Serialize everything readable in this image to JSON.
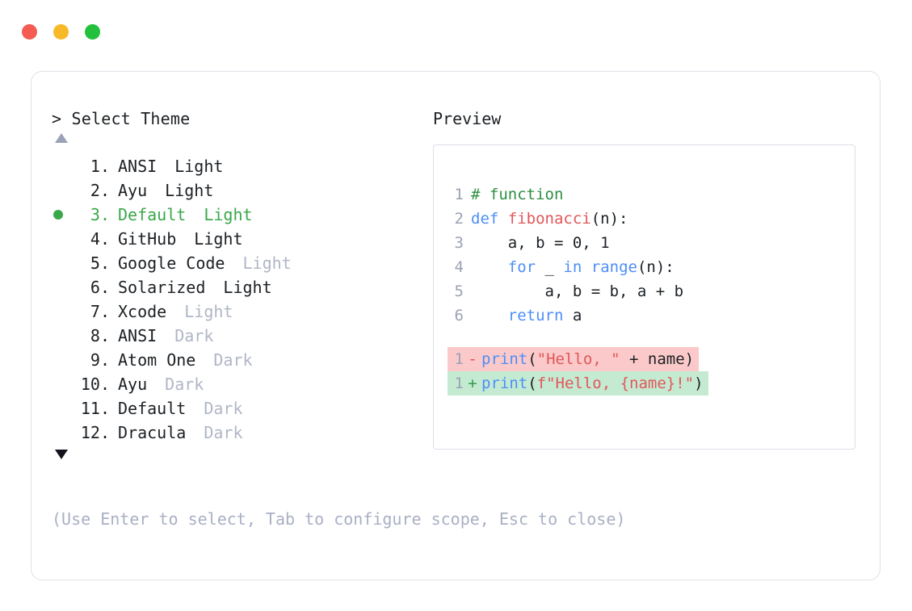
{
  "window": {
    "traffic_lights": [
      {
        "name": "close",
        "color": "#f45b52"
      },
      {
        "name": "minimize",
        "color": "#f7b928"
      },
      {
        "name": "maximize",
        "color": "#22c03c"
      }
    ]
  },
  "picker": {
    "prompt": "> Select Theme",
    "scroll_up_indicator": "▲",
    "scroll_down_indicator": "▼",
    "selected_index": 3,
    "items": [
      {
        "number": "1.",
        "name": "ANSI",
        "suffix": "Light",
        "suffix_muted": false,
        "selected": false
      },
      {
        "number": "2.",
        "name": "Ayu",
        "suffix": "Light",
        "suffix_muted": false,
        "selected": false
      },
      {
        "number": "3.",
        "name": "Default",
        "suffix": "Light",
        "suffix_muted": false,
        "selected": true
      },
      {
        "number": "4.",
        "name": "GitHub",
        "suffix": "Light",
        "suffix_muted": false,
        "selected": false
      },
      {
        "number": "5.",
        "name": "Google Code",
        "suffix": "Light",
        "suffix_muted": true,
        "selected": false
      },
      {
        "number": "6.",
        "name": "Solarized",
        "suffix": "Light",
        "suffix_muted": false,
        "selected": false
      },
      {
        "number": "7.",
        "name": "Xcode",
        "suffix": "Light",
        "suffix_muted": true,
        "selected": false
      },
      {
        "number": "8.",
        "name": "ANSI",
        "suffix": "Dark",
        "suffix_muted": true,
        "selected": false
      },
      {
        "number": "9.",
        "name": "Atom One",
        "suffix": "Dark",
        "suffix_muted": true,
        "selected": false
      },
      {
        "number": "10.",
        "name": "Ayu",
        "suffix": "Dark",
        "suffix_muted": true,
        "selected": false
      },
      {
        "number": "11.",
        "name": "Default",
        "suffix": "Dark",
        "suffix_muted": true,
        "selected": false
      },
      {
        "number": "12.",
        "name": "Dracula",
        "suffix": "Dark",
        "suffix_muted": true,
        "selected": false
      }
    ],
    "hint": "(Use Enter to select, Tab to configure scope, Esc to close)"
  },
  "preview": {
    "label": "Preview",
    "code_lines": [
      {
        "n": "1",
        "tokens": [
          {
            "t": "# function",
            "c": "cmt"
          }
        ]
      },
      {
        "n": "2",
        "tokens": [
          {
            "t": "def ",
            "c": "kw"
          },
          {
            "t": "fibonacci",
            "c": "fn"
          },
          {
            "t": "(n):",
            "c": "pl"
          }
        ]
      },
      {
        "n": "3",
        "tokens": [
          {
            "t": "    a, b = 0, 1",
            "c": "pl"
          }
        ]
      },
      {
        "n": "4",
        "tokens": [
          {
            "t": "    ",
            "c": "pl"
          },
          {
            "t": "for",
            "c": "kw"
          },
          {
            "t": " _ ",
            "c": "pl"
          },
          {
            "t": "in",
            "c": "kw"
          },
          {
            "t": " ",
            "c": "pl"
          },
          {
            "t": "range",
            "c": "kw"
          },
          {
            "t": "(n):",
            "c": "pl"
          }
        ]
      },
      {
        "n": "5",
        "tokens": [
          {
            "t": "        a, b = b, a + b",
            "c": "pl"
          }
        ]
      },
      {
        "n": "6",
        "tokens": [
          {
            "t": "    ",
            "c": "pl"
          },
          {
            "t": "return",
            "c": "kw"
          },
          {
            "t": " a",
            "c": "pl"
          }
        ]
      }
    ],
    "diff_lines": [
      {
        "n": "1",
        "mark": "-",
        "kind": "del",
        "tokens": [
          {
            "t": "print",
            "c": "kw"
          },
          {
            "t": "(",
            "c": "pl"
          },
          {
            "t": "\"Hello, \"",
            "c": "str"
          },
          {
            "t": " + name)",
            "c": "pl"
          }
        ]
      },
      {
        "n": "1",
        "mark": "+",
        "kind": "add",
        "tokens": [
          {
            "t": "print",
            "c": "kw"
          },
          {
            "t": "(",
            "c": "pl"
          },
          {
            "t": "f\"Hello, {name}!\"",
            "c": "str"
          },
          {
            "t": ")",
            "c": "pl"
          }
        ]
      }
    ]
  },
  "colors": {
    "accent_green": "#3aa84a",
    "keyword": "#4d8ef7",
    "function": "#e0575a",
    "string": "#e0575a",
    "comment": "#2f8f43",
    "line_number": "#9aa2b4",
    "muted": "#b0b6c6",
    "hint": "#a9b0c4",
    "diff_delete_bg": "#fbc9c9",
    "diff_add_bg": "#c5ead2",
    "card_border": "#dfe1e8"
  }
}
